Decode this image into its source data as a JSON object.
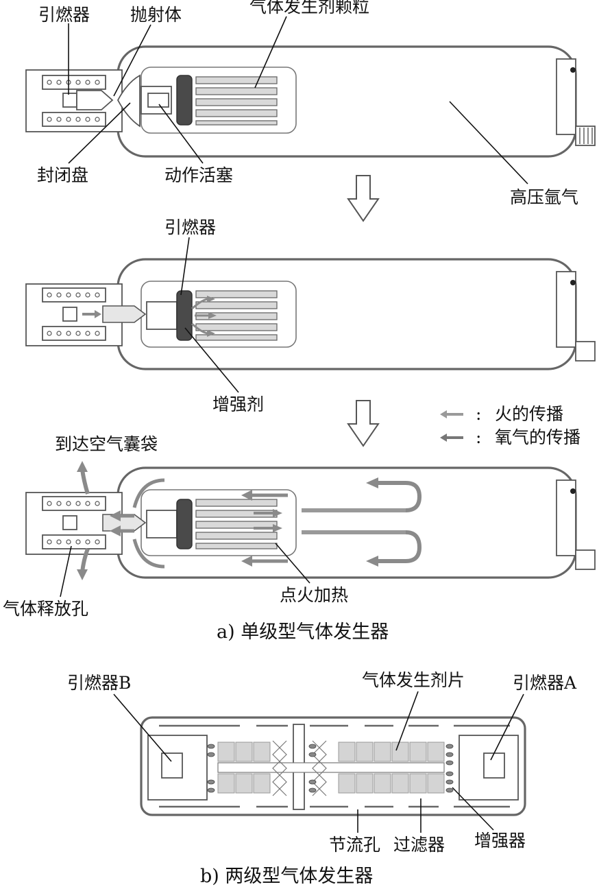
{
  "part_a": {
    "stage1": {
      "initiator": "引燃器",
      "projectile": "抛射体",
      "gas_pellets": "气体发生剂颗粒",
      "seal_disc": "封闭盘",
      "piston": "动作活塞",
      "argon": "高压氩气"
    },
    "stage2": {
      "initiator": "引燃器",
      "booster": "增强剂"
    },
    "legend": {
      "fire": "火的传播",
      "oxygen": "氧气的传播",
      "colon": ":"
    },
    "stage3": {
      "to_airbag": "到达空气囊袋",
      "vent": "气体释放孔",
      "ignite_heat": "点火加热"
    },
    "caption": "a) 单级型气体发生器"
  },
  "part_b": {
    "initiator_b": "引燃器B",
    "gas_tablets": "气体发生剂片",
    "initiator_a": "引燃器A",
    "orifice": "节流孔",
    "filter": "过滤器",
    "booster": "增强器",
    "caption": "b) 两级型气体发生器"
  },
  "colors": {
    "shell": "#666666",
    "flow_arrow": "#8a8a8a",
    "dark_part": "#4a4a4a"
  }
}
